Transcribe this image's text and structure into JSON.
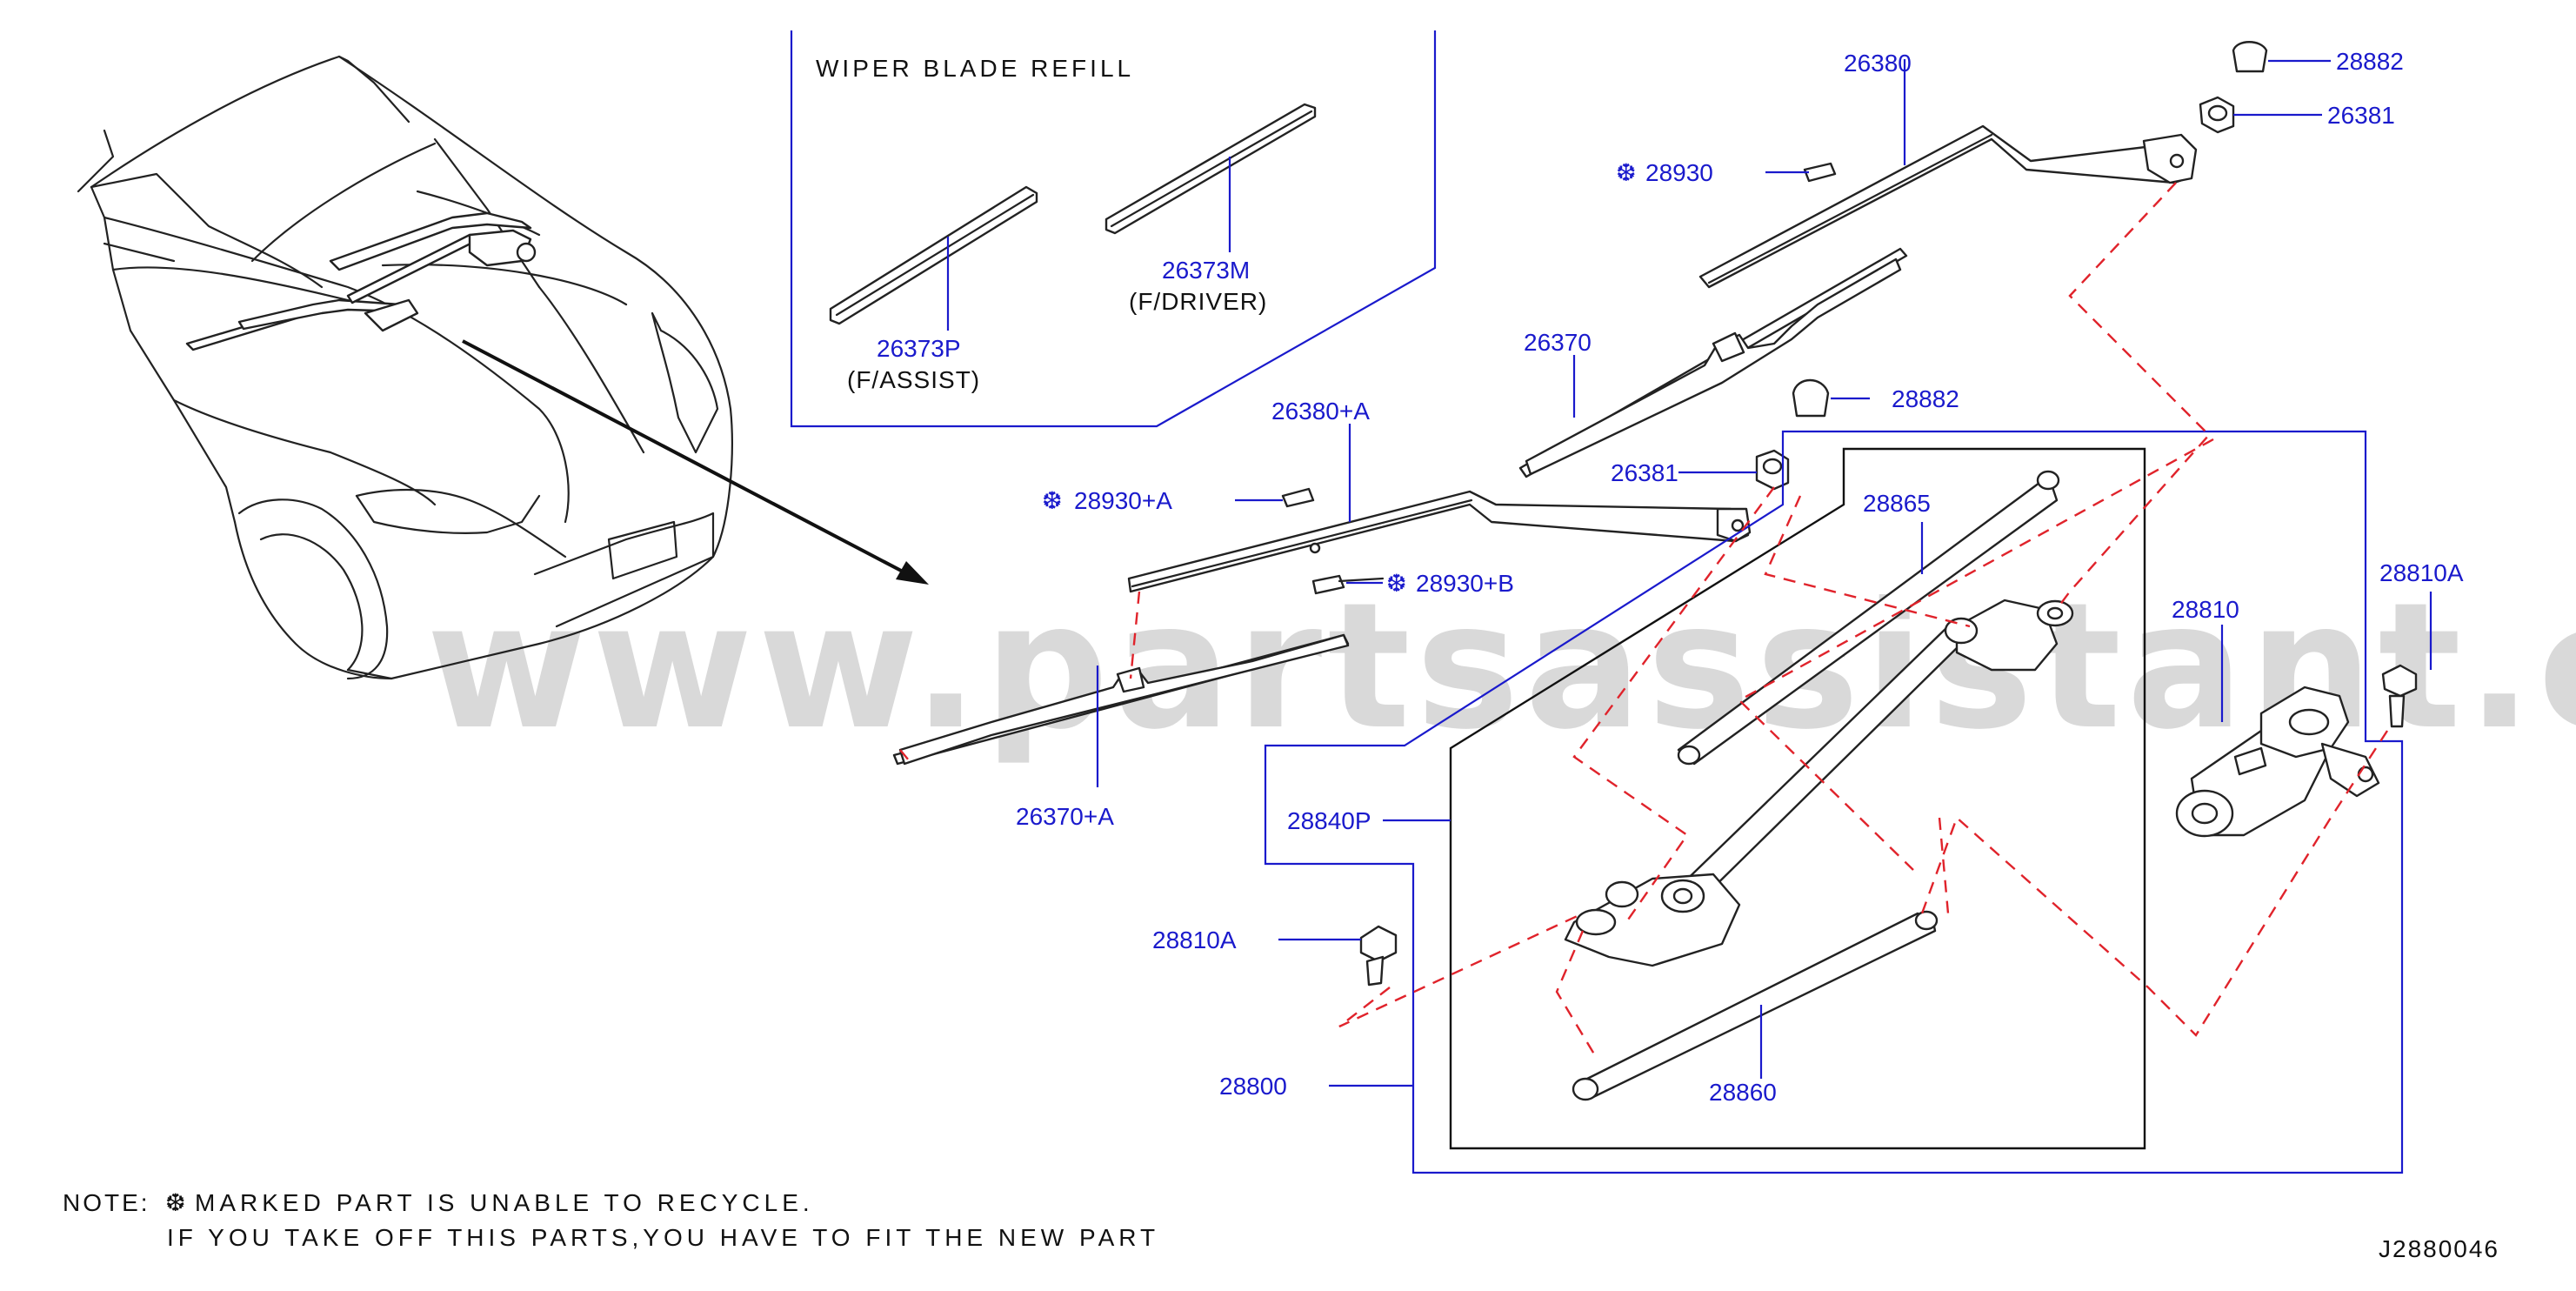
{
  "diagram_code": "J2880046",
  "watermark": "www.partsassistant.com",
  "inset": {
    "title": "WIPER BLADE REFILL",
    "refills": [
      {
        "part": "26373P",
        "desc": "(F/ASSIST)"
      },
      {
        "part": "26373M",
        "desc": "(F/DRIVER)"
      }
    ]
  },
  "parts": {
    "arm_driver": "26380",
    "cap_top": "28882",
    "nut_top": "26381",
    "clip_driver": "28930",
    "blade_driver": "26370",
    "cap_mid": "28882",
    "nut_mid": "26381",
    "arm_assist": "26380+A",
    "clip_assist_a": "28930+A",
    "clip_assist_b": "28930+B",
    "blade_assist": "26370+A",
    "link_upper": "28865",
    "bolt_right": "28810A",
    "motor": "28810",
    "linkage_assy": "28840P",
    "bolt_left": "28810A",
    "wiper_assy": "28800",
    "link_lower": "28860"
  },
  "recycle_symbol": "❆",
  "note": {
    "prefix": "NOTE:",
    "line1": "MARKED  PART  IS  UNABLE  TO  RECYCLE.",
    "line2": "IF  YOU  TAKE  OFF  THIS  PARTS,YOU  HAVE  TO  FIT  THE  NEW  PART"
  },
  "colors": {
    "label": "#1a1acc",
    "dashed_guides": "#e0232b",
    "line_art": "#222222",
    "watermark": "#d9d9d9"
  }
}
